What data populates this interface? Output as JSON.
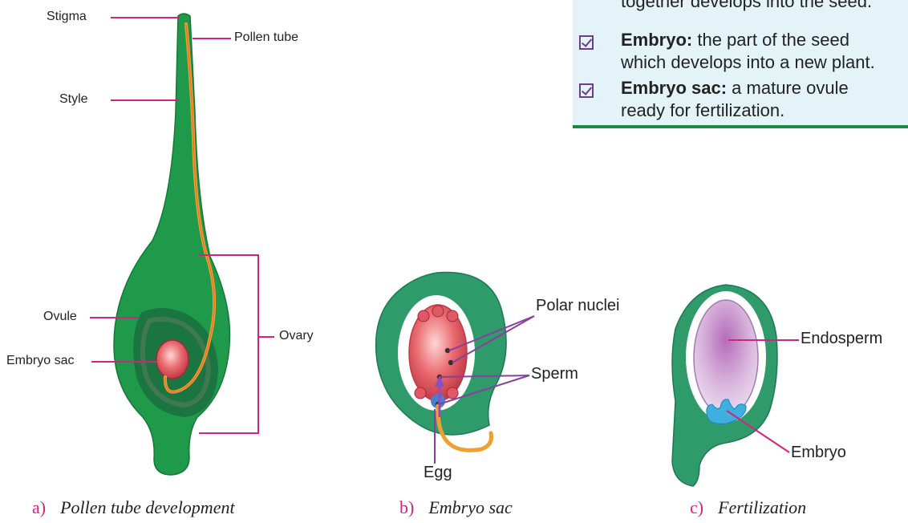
{
  "glossary": {
    "partial_line": "together develops into the seed.",
    "items": [
      {
        "term": "Embryo:",
        "line1": " the part of the seed",
        "line2": "which develops into a new plant."
      },
      {
        "term": "Embryo sac:",
        "line1": " a mature ovule",
        "line2": "ready for fertilization."
      }
    ]
  },
  "figure_a": {
    "labels": {
      "stigma": "Stigma",
      "pollen_tube": "Pollen tube",
      "style": "Style",
      "ovule": "Ovule",
      "embryo_sac": "Embryo sac",
      "ovary": "Ovary"
    },
    "caption_letter": "a)",
    "caption": "Pollen tube development"
  },
  "figure_b": {
    "labels": {
      "polar_nuclei": "Polar nuclei",
      "sperm": "Sperm",
      "egg": "Egg"
    },
    "caption_letter": "b)",
    "caption": "Embryo sac"
  },
  "figure_c": {
    "labels": {
      "endosperm": "Endosperm",
      "embryo": "Embryo"
    },
    "caption_letter": "c)",
    "caption": "Fertilization"
  },
  "colors": {
    "plant_green": "#1f9a4a",
    "leader_line": "#d0257f",
    "pollen_tube": "#f0a030",
    "glossary_bg": "#e3f3f7"
  }
}
